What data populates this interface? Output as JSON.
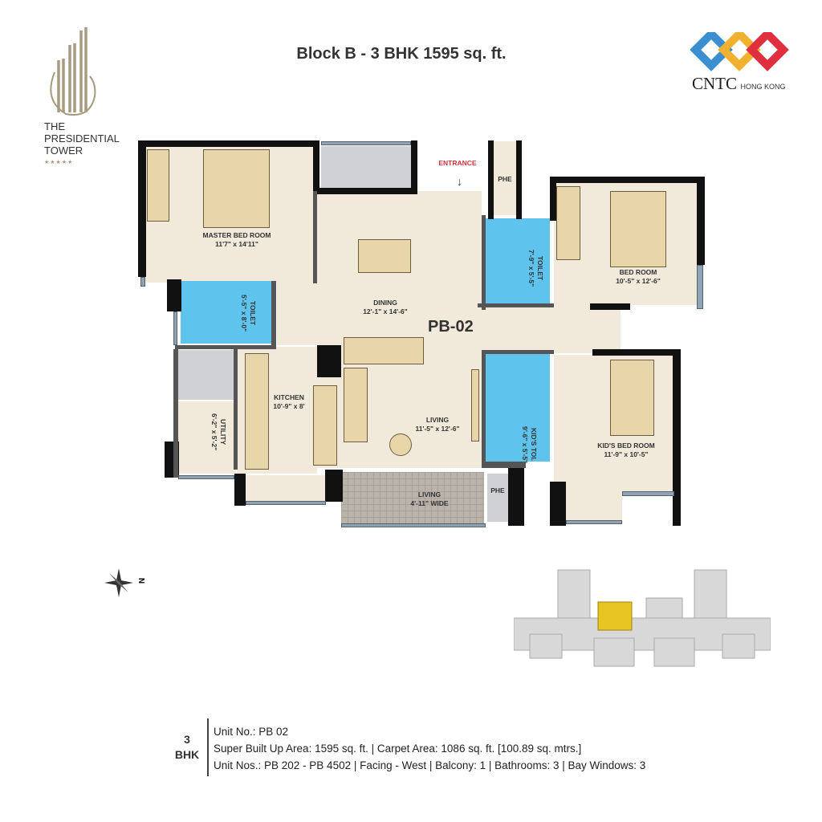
{
  "title": "Block B - 3 BHK 1595 sq. ft.",
  "logo_left": {
    "lines": [
      "THE",
      "PRESIDENTIAL",
      "TOWER"
    ],
    "stars": "★★★★★",
    "color": "#a89a80"
  },
  "logo_right": {
    "name": "CNTC",
    "sub": "HONG KONG",
    "colors": [
      "#3a8fd0",
      "#f0b030",
      "#e03040"
    ]
  },
  "plan": {
    "unit_label": "PB-02",
    "entrance": "ENTRANCE",
    "rooms": [
      {
        "name": "MASTER BED ROOM",
        "size": "11'7\" x 14'11\""
      },
      {
        "name": "DINING",
        "size": "12'-1\" x 14'-6\""
      },
      {
        "name": "TOILET",
        "size": "5'-5\" x 8'-0\""
      },
      {
        "name": "TOILET",
        "size": "7'-9\" x 5'-5\""
      },
      {
        "name": "BED ROOM",
        "size": "10'-5\" x 12'-6\""
      },
      {
        "name": "KITCHEN",
        "size": "10'-9\" x 8'"
      },
      {
        "name": "UTILITY",
        "size": "6'-2\" x 5'-2\""
      },
      {
        "name": "LIVING",
        "size": "11'-5\" x 12'-6\""
      },
      {
        "name": "KID'S TOI.",
        "size": "9'-6\" x 5'-5\""
      },
      {
        "name": "KID'S BED ROOM",
        "size": "11'-9\" x 10'-5\""
      },
      {
        "name": "LIVING",
        "size": "4'-11\" WIDE"
      }
    ],
    "phe": "PHE",
    "colors": {
      "floor": "#f1eadb",
      "wet": "#5ec4ee",
      "wall": "#111111",
      "entrance": "#d0343c"
    }
  },
  "compass": {
    "north": "N"
  },
  "footer": {
    "bhk_num": "3",
    "bhk": "BHK",
    "lines": [
      "Unit No.: PB 02",
      "Super Built Up Area: 1595 sq. ft. | Carpet Area: 1086 sq. ft. [100.89 sq. mtrs.]",
      "Unit Nos.: PB 202 - PB 4502 |  Facing - West |  Balcony: 1 |  Bathrooms: 3 | Bay Windows: 3"
    ]
  }
}
